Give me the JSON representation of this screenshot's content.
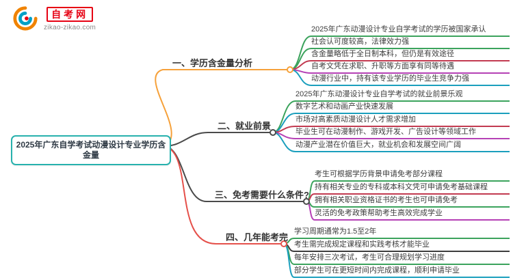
{
  "logo": {
    "name": "自考网",
    "url": "zikao-zikao.com",
    "colors": {
      "orange": "#f08300",
      "blue": "#00a0c6",
      "red": "#e60012"
    }
  },
  "central": {
    "text": "2025年广东自学考试动漫设计专业学历含金量",
    "color": "#27b1ad"
  },
  "branches": [
    {
      "label": "一、学历含金量分析",
      "color": "#f6a13a",
      "leaves": [
        {
          "text": "2025年广东动漫设计专业自学考试的学历被国家承认",
          "color": "#3ba35c"
        },
        {
          "text": "社会认可度较高，法律效力强",
          "color": "#3ba35c"
        },
        {
          "text": "含金量略低于全日制本科，但仍是有效途径",
          "color": "#c23a50"
        },
        {
          "text": "自考文凭在求职、升职等方面享有同等待遇",
          "color": "#b540b5"
        },
        {
          "text": "动漫行业中，持有该专业学历的毕业生竞争力强",
          "color": "#1b9fbd"
        }
      ]
    },
    {
      "label": "二、就业前景",
      "color": "#4a4a4a",
      "leaves": [
        {
          "text": "2025年广东动漫设计专业自学考试的就业前景乐观",
          "color": "#3ba35c"
        },
        {
          "text": "数字艺术和动画产业快速发展",
          "color": "#1b9fbd"
        },
        {
          "text": "市场对高素质动漫设计人才需求增加",
          "color": "#c23a50"
        },
        {
          "text": "毕业生可在动漫制作、游戏开发、广告设计等领域工作",
          "color": "#b540b5"
        },
        {
          "text": "动漫产业潜在价值巨大，就业机会和发展空间广阔",
          "color": "#1b9fbd"
        }
      ]
    },
    {
      "label": "三、免考需要什么条件?",
      "color": "#4a4a4a",
      "leaves": [
        {
          "text": "考生可根据学历背景申请免考部分课程",
          "color": "#3ba35c"
        },
        {
          "text": "持有相关专业的专科或本科文凭可申请免考基础课程",
          "color": "#c23a50"
        },
        {
          "text": "拥有相关职业资格证书的考生也可申请免考",
          "color": "#3ba35c"
        },
        {
          "text": "灵活的免考政策帮助考生高效完成学业",
          "color": "#b540b5"
        }
      ]
    },
    {
      "label": "四、几年能考完",
      "color": "#e5504a",
      "leaves": [
        {
          "text": "学习周期通常为1.5至2年",
          "color": "#3ba35c"
        },
        {
          "text": "考生需完成规定课程和实践考核才能毕业",
          "color": "#3d3d3d"
        },
        {
          "text": "每年安排三次考试，考生可合理规划学习进度",
          "color": "#3ba35c"
        },
        {
          "text": "部分学生可在更短时间内完成课程，顺利申请毕业",
          "color": "#1b9fbd"
        }
      ]
    }
  ]
}
